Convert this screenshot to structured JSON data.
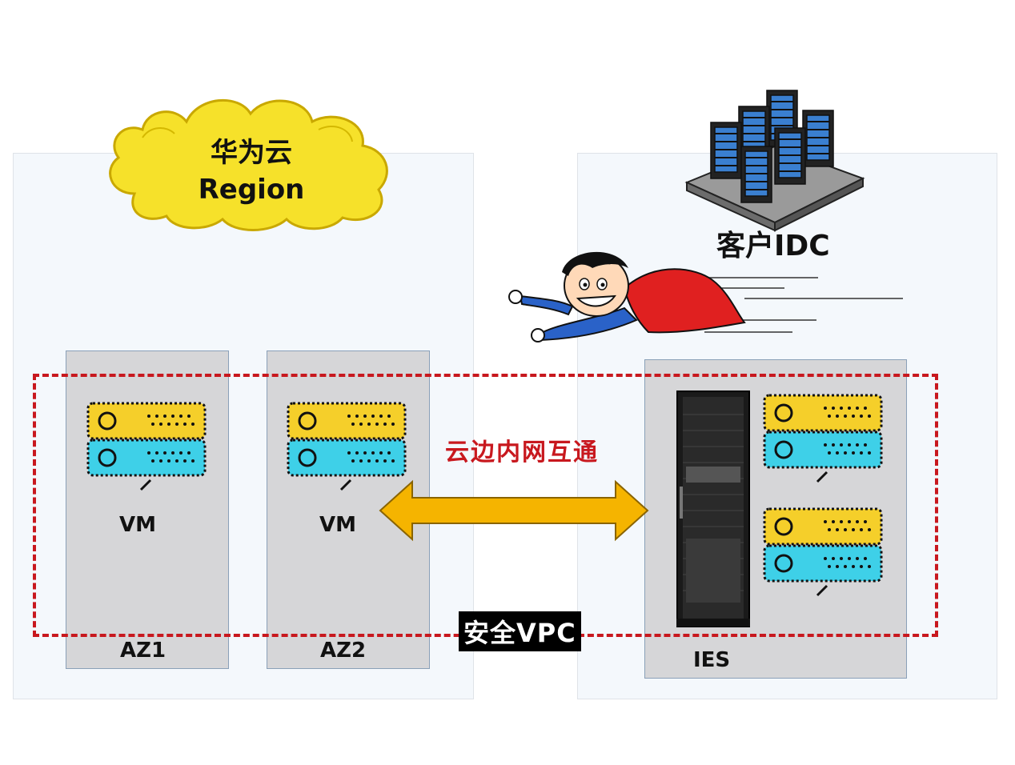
{
  "cloud": {
    "line1": "华为云",
    "line2": "Region"
  },
  "idc": {
    "label": "客户IDC"
  },
  "az1": {
    "label": "AZ1",
    "vm_label": "VM"
  },
  "az2": {
    "label": "AZ2",
    "vm_label": "VM"
  },
  "ies": {
    "label": "IES"
  },
  "interconnect": {
    "label": "云边内网互通"
  },
  "vpc": {
    "label": "安全VPC"
  },
  "colors": {
    "vpc_dash": "#c8181e",
    "server_top": "#f5cf2a",
    "server_bottom": "#3ed0e8",
    "arrow": "#f5b400",
    "cape": "#e02020"
  }
}
